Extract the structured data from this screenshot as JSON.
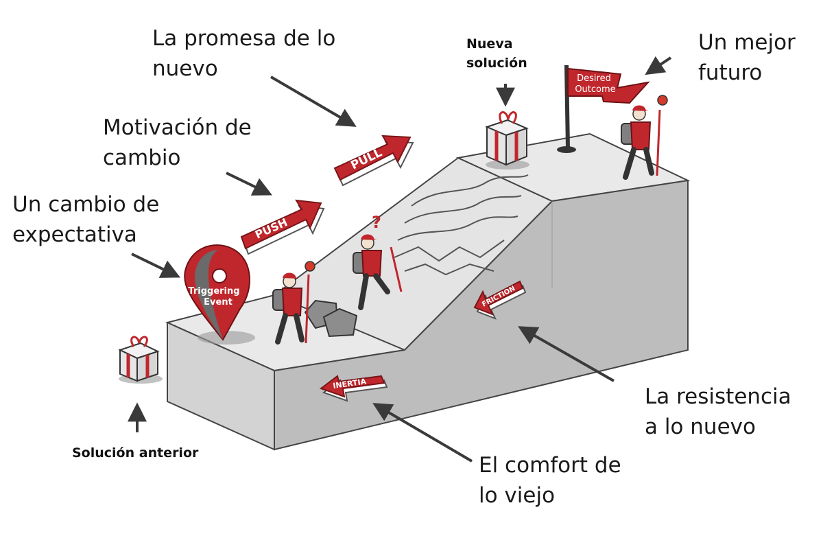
{
  "labels": {
    "promise": [
      "La promesa de lo",
      "nuevo"
    ],
    "motivation": [
      "Motivación de",
      "cambio"
    ],
    "expectation": [
      "Un cambio de",
      "expectativa"
    ],
    "new_solution": [
      "Nueva",
      "solución"
    ],
    "better_future": [
      "Un mejor",
      "futuro"
    ],
    "resistance": [
      "La resistencia",
      "a lo nuevo"
    ],
    "comfort": [
      "El comfort de",
      "lo viejo"
    ],
    "old_solution": "Solución anterior"
  },
  "scene": {
    "push": "PUSH",
    "pull": "PULL",
    "friction": "FRICTION",
    "inertia": "INERTIA",
    "triggering": [
      "Triggering",
      "Event"
    ],
    "desired": [
      "Desired",
      "Outcome"
    ]
  },
  "colors": {
    "accent": "#c0272d",
    "platform_top": "#e8e8e8",
    "platform_side": "#c9c9c9",
    "platform_front": "#b7b7b7"
  }
}
